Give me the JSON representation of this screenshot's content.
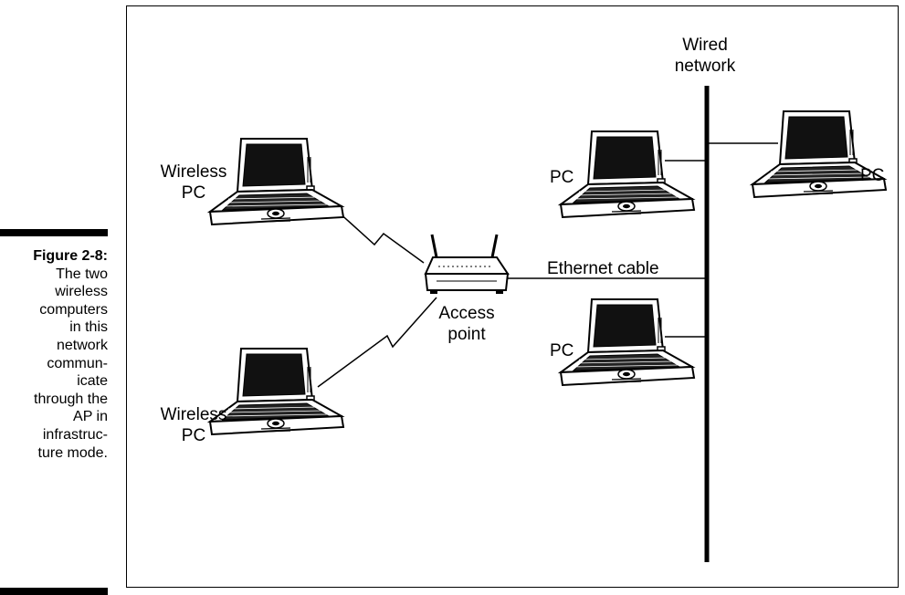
{
  "figure": {
    "label": "Figure 2-8:",
    "caption_lines": [
      "The two",
      "wireless",
      "computers",
      "in this",
      "network",
      "commun-",
      "icate",
      "through the",
      "AP in",
      "infrastruc-",
      "ture mode."
    ]
  },
  "diagram": {
    "wired_network_label": [
      "Wired",
      "network"
    ],
    "ethernet_cable_label": "Ethernet cable",
    "access_point_label": [
      "Access",
      "point"
    ],
    "wireless_pc_top_label": [
      "Wireless",
      "PC"
    ],
    "wireless_pc_bottom_label": [
      "Wireless",
      "PC"
    ],
    "pc_top_left_label": "PC",
    "pc_right_label": "PC",
    "pc_bottom_label": "PC",
    "colors": {
      "ink": "#000000",
      "background": "#ffffff",
      "screen": "#0d0d0d"
    },
    "icons": [
      "laptop-icon",
      "access-point-icon"
    ]
  }
}
